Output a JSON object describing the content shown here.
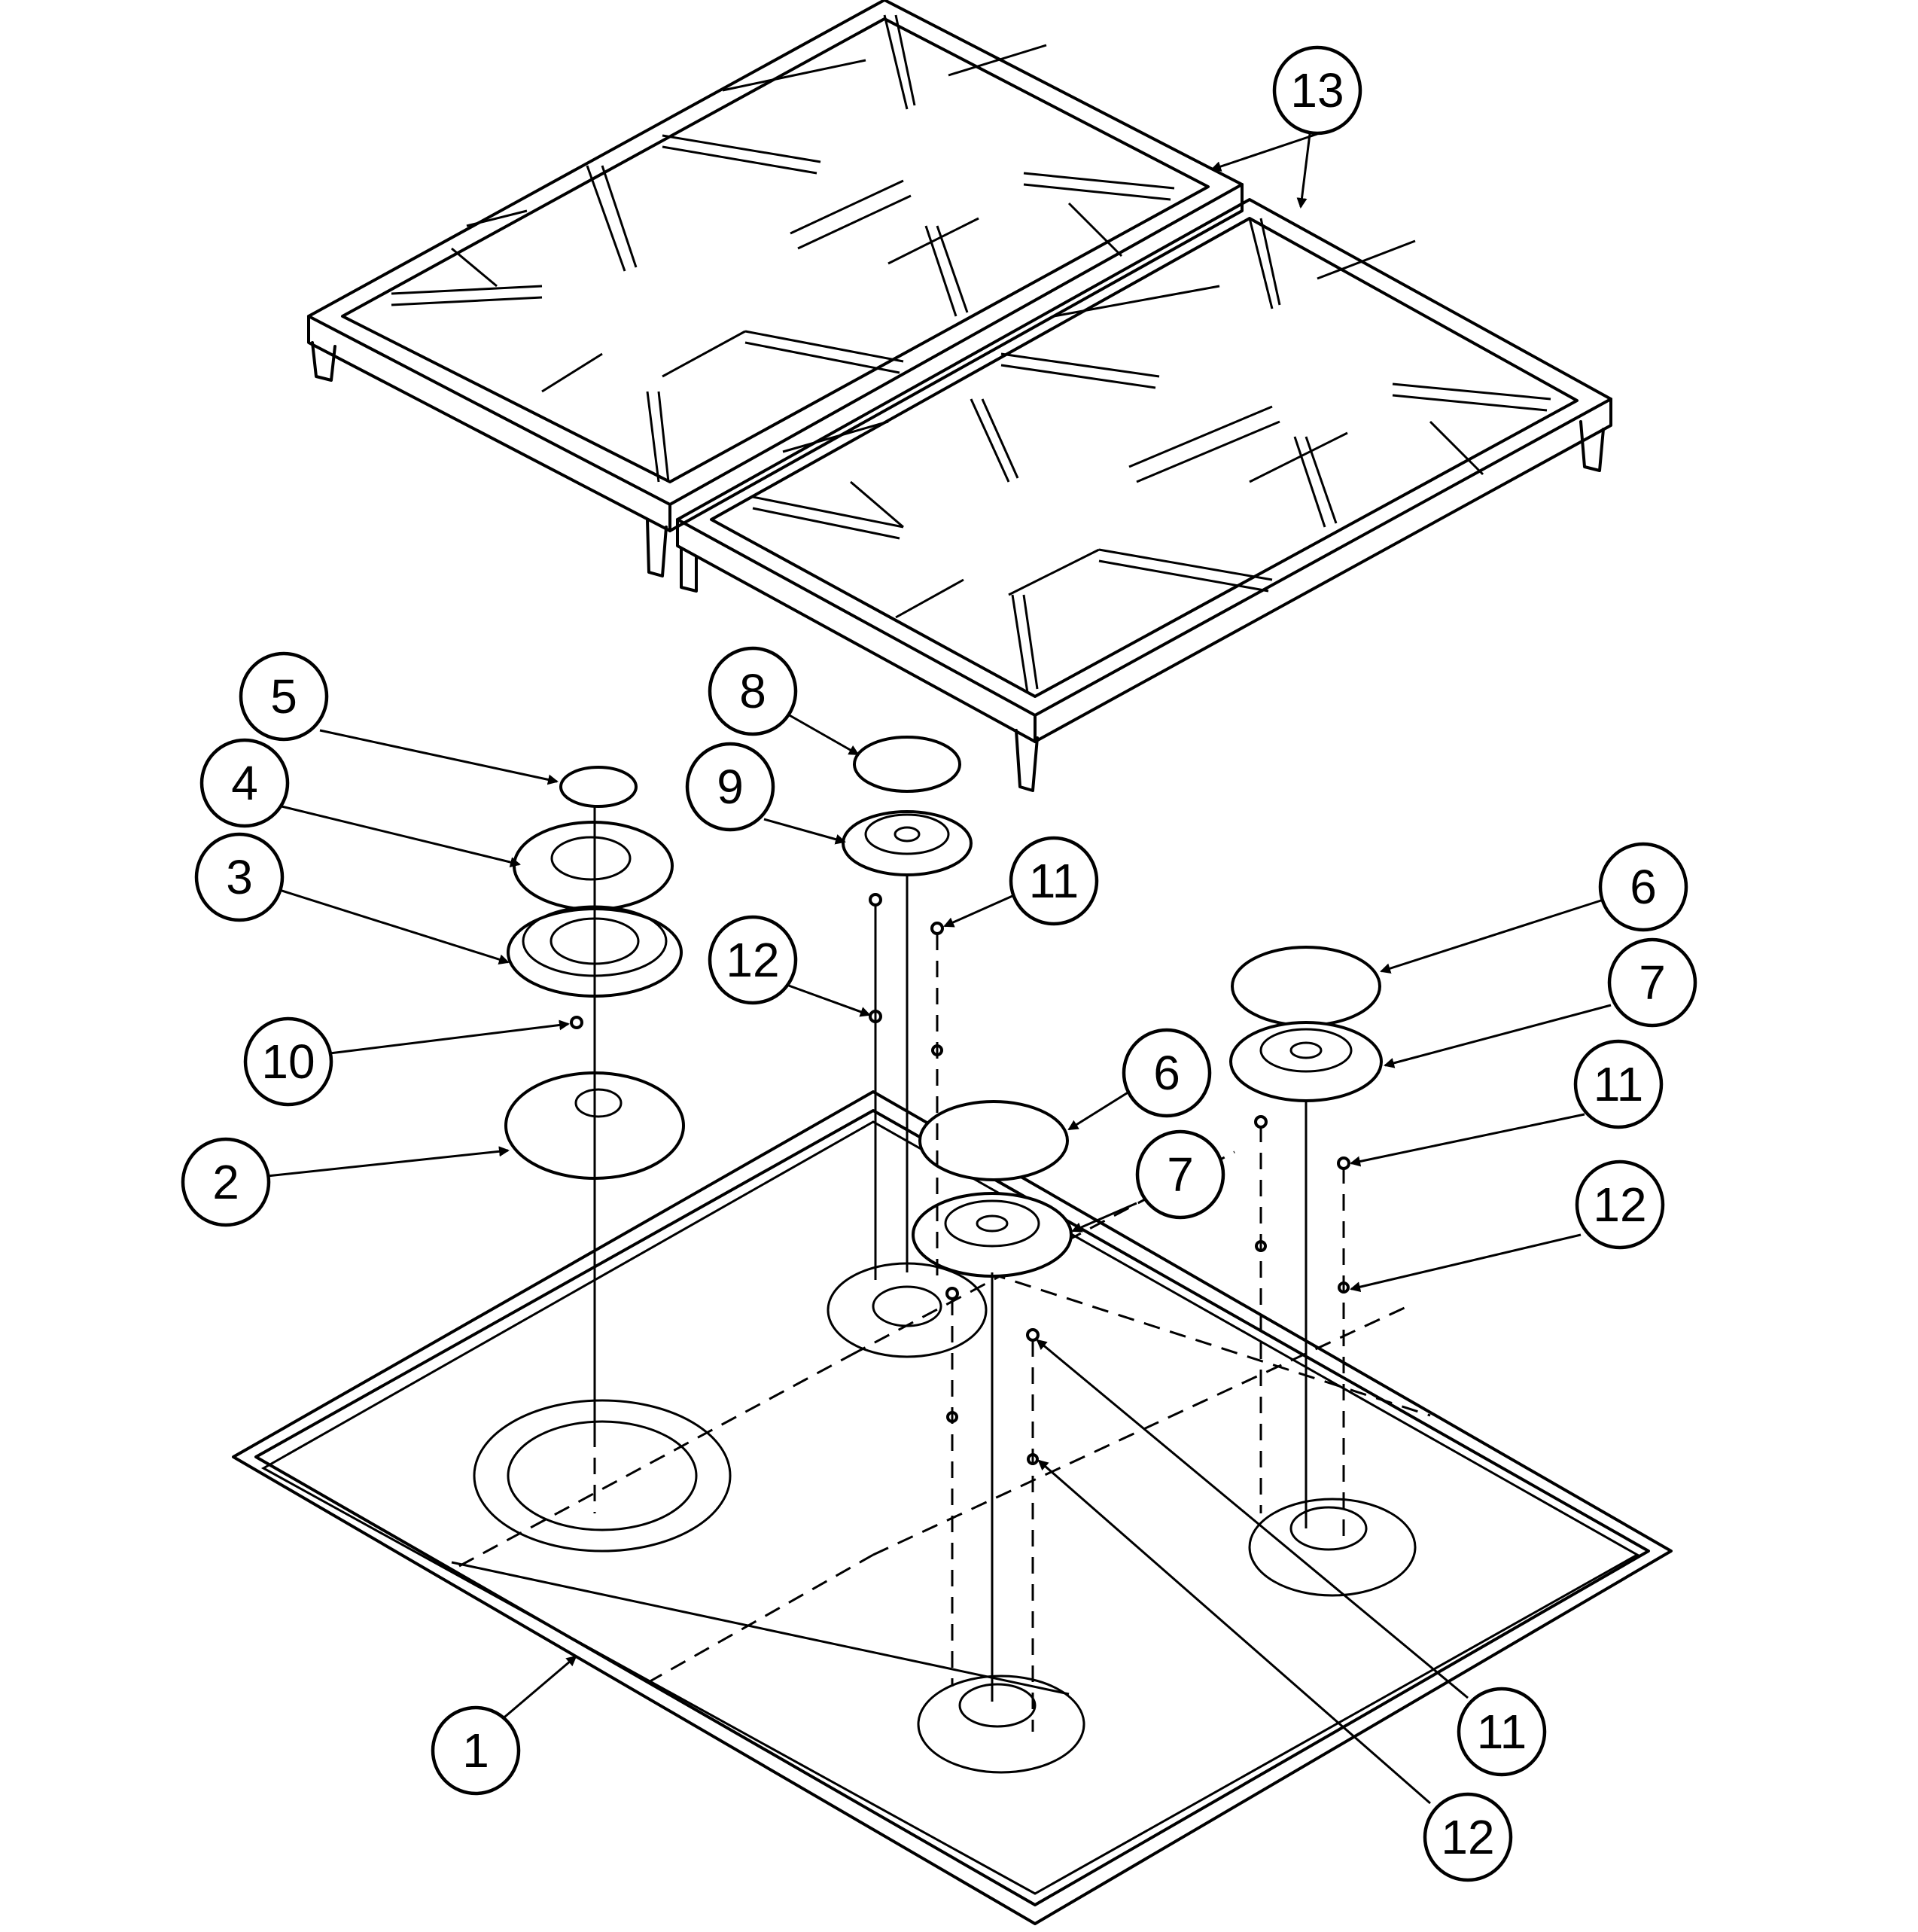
{
  "callouts": [
    "1",
    "2",
    "3",
    "4",
    "5",
    "6",
    "6",
    "7",
    "7",
    "8",
    "9",
    "10",
    "11",
    "11",
    "11",
    "12",
    "12",
    "12",
    "13"
  ]
}
